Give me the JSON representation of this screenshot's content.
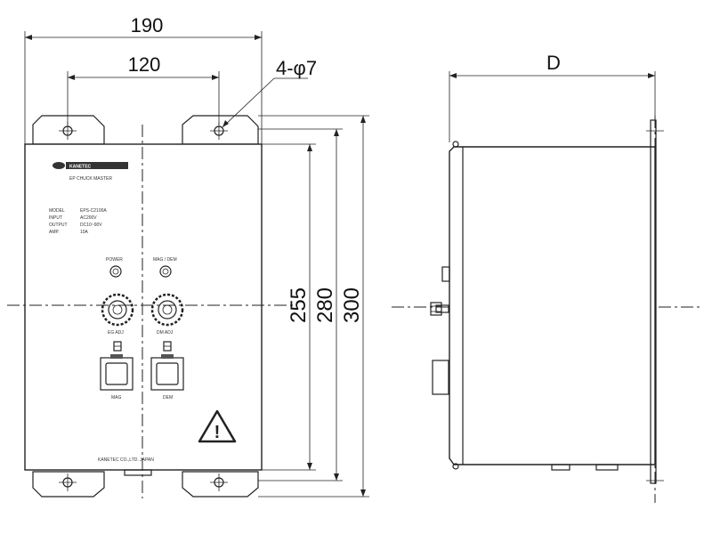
{
  "dimensions": {
    "overall_width": "190",
    "hole_spacing": "120",
    "holes": "4-φ7",
    "depth": "D",
    "panel_height": "255",
    "body_height": "280",
    "overall_height": "300"
  },
  "panel": {
    "brand": "KANETEC",
    "product": "EP CHUCK MASTER",
    "spec_labels": [
      "MODEL",
      "INPUT",
      "OUTPUT",
      "AMP."
    ],
    "spec_values": [
      "EPS-C2100A",
      "AC200V",
      "DC10~90V",
      "10A"
    ],
    "lamp_power": "POWER",
    "lamp_mag": "MAG / DEM",
    "knob_left": "EG ADJ",
    "knob_right": "DM ADJ",
    "button_left": "MAG",
    "button_right": "DEM",
    "footer": "KANETEC CO.,LTD.  JAPAN",
    "warning_symbol": "!"
  }
}
